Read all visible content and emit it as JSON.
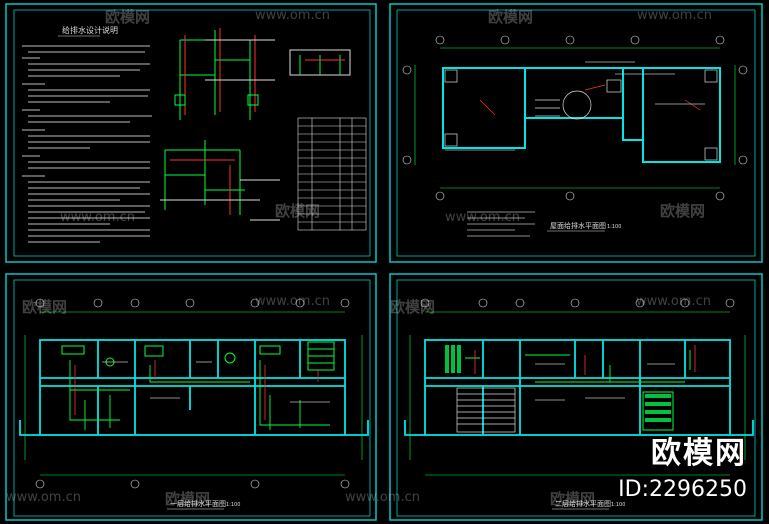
{
  "watermark": {
    "site": "www.om.cn",
    "brand": "欧模网"
  },
  "branding": {
    "name": "欧模网",
    "id": "ID:2296250"
  },
  "sheets": [
    {
      "title": "给排水设计说明",
      "kind": "notes"
    },
    {
      "title": "屋面给排水平面图",
      "scale": "1:100",
      "kind": "roof-plan"
    },
    {
      "title": "一层给排水平面图",
      "scale": "1:100",
      "kind": "floor-plan"
    },
    {
      "title": "二层给排水平面图",
      "scale": "1:100",
      "kind": "floor-plan"
    }
  ],
  "colors": {
    "frame": "#00c8c8",
    "wall": "#00e5e5",
    "pipe_water": "#00ff40",
    "pipe_drain": "#ff3030",
    "text": "#dddddd",
    "background": "#000000"
  }
}
